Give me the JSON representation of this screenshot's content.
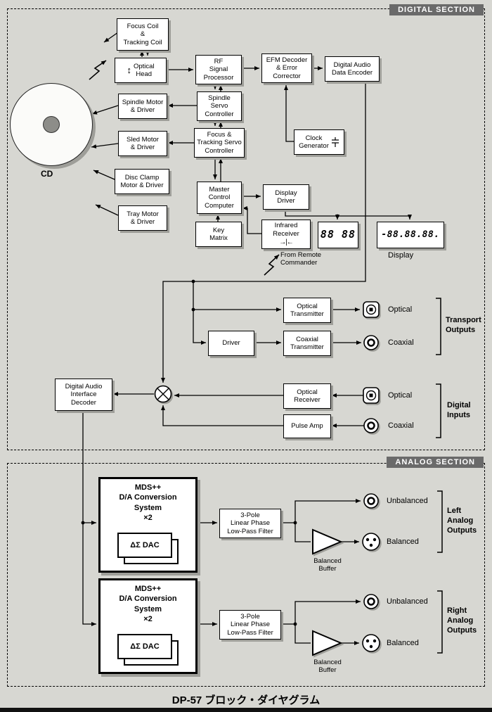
{
  "caption": "DP-57 ブロック・ダイヤグラム",
  "digital": {
    "tag": "DIGITAL SECTION",
    "cd_label": "CD",
    "blocks": {
      "focus_coil": "Focus Coil\n&\nTracking Coil",
      "optical_head": "Optical\nHead",
      "rf": "RF\nSignal\nProcessor",
      "efm": "EFM Decoder\n& Error\nCorrector",
      "encoder": "Digital Audio\nData Encoder",
      "spindle_motor": "Spindle Motor\n& Driver",
      "spindle_servo": "Spindle\nServo\nController",
      "sled_motor": "Sled Motor\n& Driver",
      "focus_servo": "Focus &\nTracking Servo\nController",
      "clock": "Clock\nGenerator",
      "disc_clamp": "Disc Clamp\nMotor & Driver",
      "master": "Master\nControl\nComputer",
      "display_driver": "Display\nDriver",
      "tray_motor": "Tray Motor\n& Driver",
      "key_matrix": "Key\nMatrix",
      "infrared": "Infrared\nReceiver",
      "infrared_symbol": "→|←",
      "optical_tx": "Optical\nTransmitter",
      "driver": "Driver",
      "coaxial_tx": "Coaxial\nTransmitter",
      "optical_rx": "Optical\nReceiver",
      "pulse_amp": "Pulse Amp",
      "daid": "Digital Audio\nInterface\nDecoder"
    },
    "display": {
      "left": "88 88",
      "right": "-88.88.88.",
      "label": "Display"
    },
    "remote_note": "From Remote\nCommander",
    "ports": {
      "optical_out": "Optical",
      "coaxial_out": "Coaxial",
      "optical_in": "Optical",
      "coaxial_in": "Coaxial"
    },
    "groups": {
      "transport": "Transport\nOutputs",
      "inputs": "Digital\nInputs"
    }
  },
  "analog": {
    "tag": "ANALOG SECTION",
    "mds": "MDS++\nD/A Conversion\nSystem\n×2",
    "dac": "ΔΣ DAC",
    "lpf": "3-Pole\nLinear Phase\nLow-Pass Filter",
    "buffer": "Balanced\nBuffer",
    "ports": {
      "unbalanced": "Unbalanced",
      "balanced": "Balanced"
    },
    "groups": {
      "left": "Left\nAnalog\nOutputs",
      "right": "Right\nAnalog\nOutputs"
    }
  },
  "colors": {
    "background": "#d7d7d2",
    "box_shadow": "#9e9e99",
    "tag_background": "#6a6a6a"
  }
}
